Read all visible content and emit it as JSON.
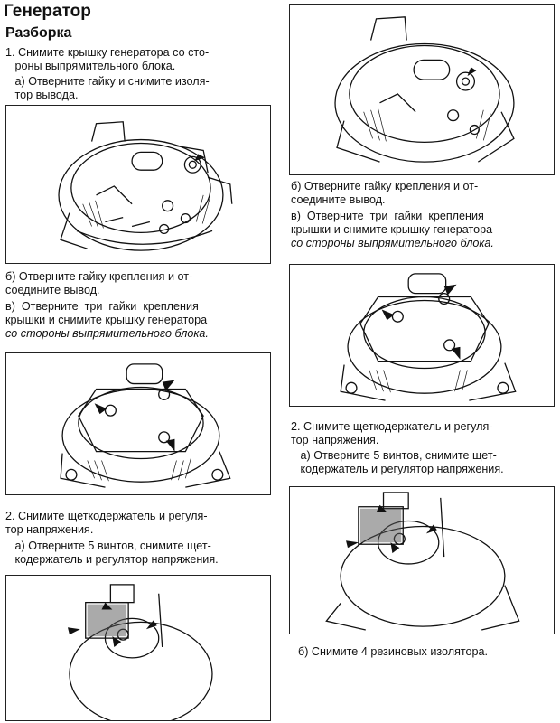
{
  "title": "Генератор",
  "subtitle": "Разборка",
  "left": {
    "step1_line1": "1. Снимите крышку генератора со сто-",
    "step1_line2": "   роны выпрямительного блока.",
    "step1a_line1": "   а) Отверните гайку и снимите изоля-",
    "step1a_line2": "   тор вывода.",
    "step1b_line1": "б) Отверните гайку крепления и от-",
    "step1b_line2": "соедините вывод.",
    "step1v_line1": "в)  Отверните  три  гайки  крепления",
    "step1v_line2": "крышки и снимите крышку генератора",
    "step1v_line3": "со стороны выпрямительного блока.",
    "step2_line1": "2. Снимите щеткодержатель и регуля-",
    "step2_line2": "тор напряжения.",
    "step2a_line1": "   а) Отверните 5 винтов, снимите щет-",
    "step2a_line2": "   кодержатель и регулятор напряжения."
  },
  "right": {
    "step1b_line1": "б) Отверните гайку крепления и от-",
    "step1b_line2": "соедините вывод.",
    "step1v_line1": "в)  Отверните  три  гайки  крепления",
    "step1v_line2": "крышки и снимите крышку генератора",
    "step1v_line3": "со стороны выпрямительного блока.",
    "step2_line1": "2. Снимите щеткодержатель и регуля-",
    "step2_line2": "тор напряжения.",
    "step2a_line1": "   а) Отверните 5 винтов, снимите щет-",
    "step2a_line2": "   кодержатель и регулятор напряжения.",
    "step2b_line1": "б) Снимите 4 резиновых изолятора."
  }
}
